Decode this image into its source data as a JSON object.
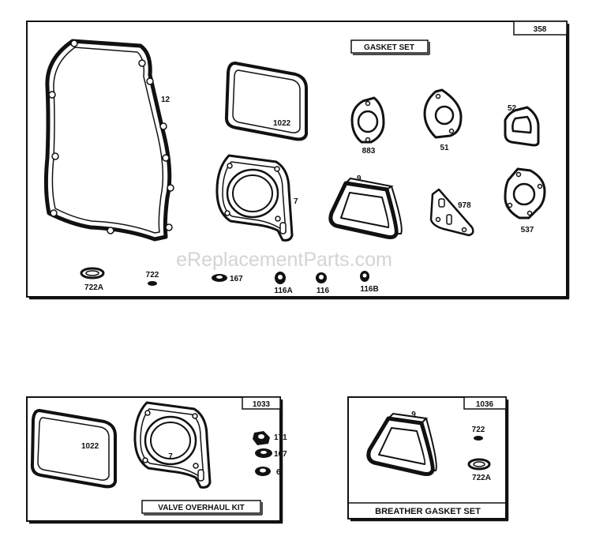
{
  "watermark": "eReplacementParts.com",
  "panels": {
    "gasket_set": {
      "number": "358",
      "title": "GASKET SET",
      "labels": {
        "p12": "12",
        "p1022": "1022",
        "p883": "883",
        "p51": "51",
        "p52": "52",
        "p7": "7",
        "p9": "9",
        "p978": "978",
        "p537": "537",
        "p722A": "722A",
        "p722": "722",
        "p167": "167",
        "p116A": "116A",
        "p116": "116",
        "p116B": "116B"
      }
    },
    "valve_overhaul_kit": {
      "number": "1033",
      "title": "VALVE OVERHAUL KIT",
      "labels": {
        "p1022": "1022",
        "p7": "7",
        "p171": "171",
        "p167": "167",
        "p6": "6"
      }
    },
    "breather_gasket_set": {
      "number": "1036",
      "title": "BREATHER GASKET SET",
      "labels": {
        "p9": "9",
        "p722": "722",
        "p722A": "722A"
      }
    }
  }
}
